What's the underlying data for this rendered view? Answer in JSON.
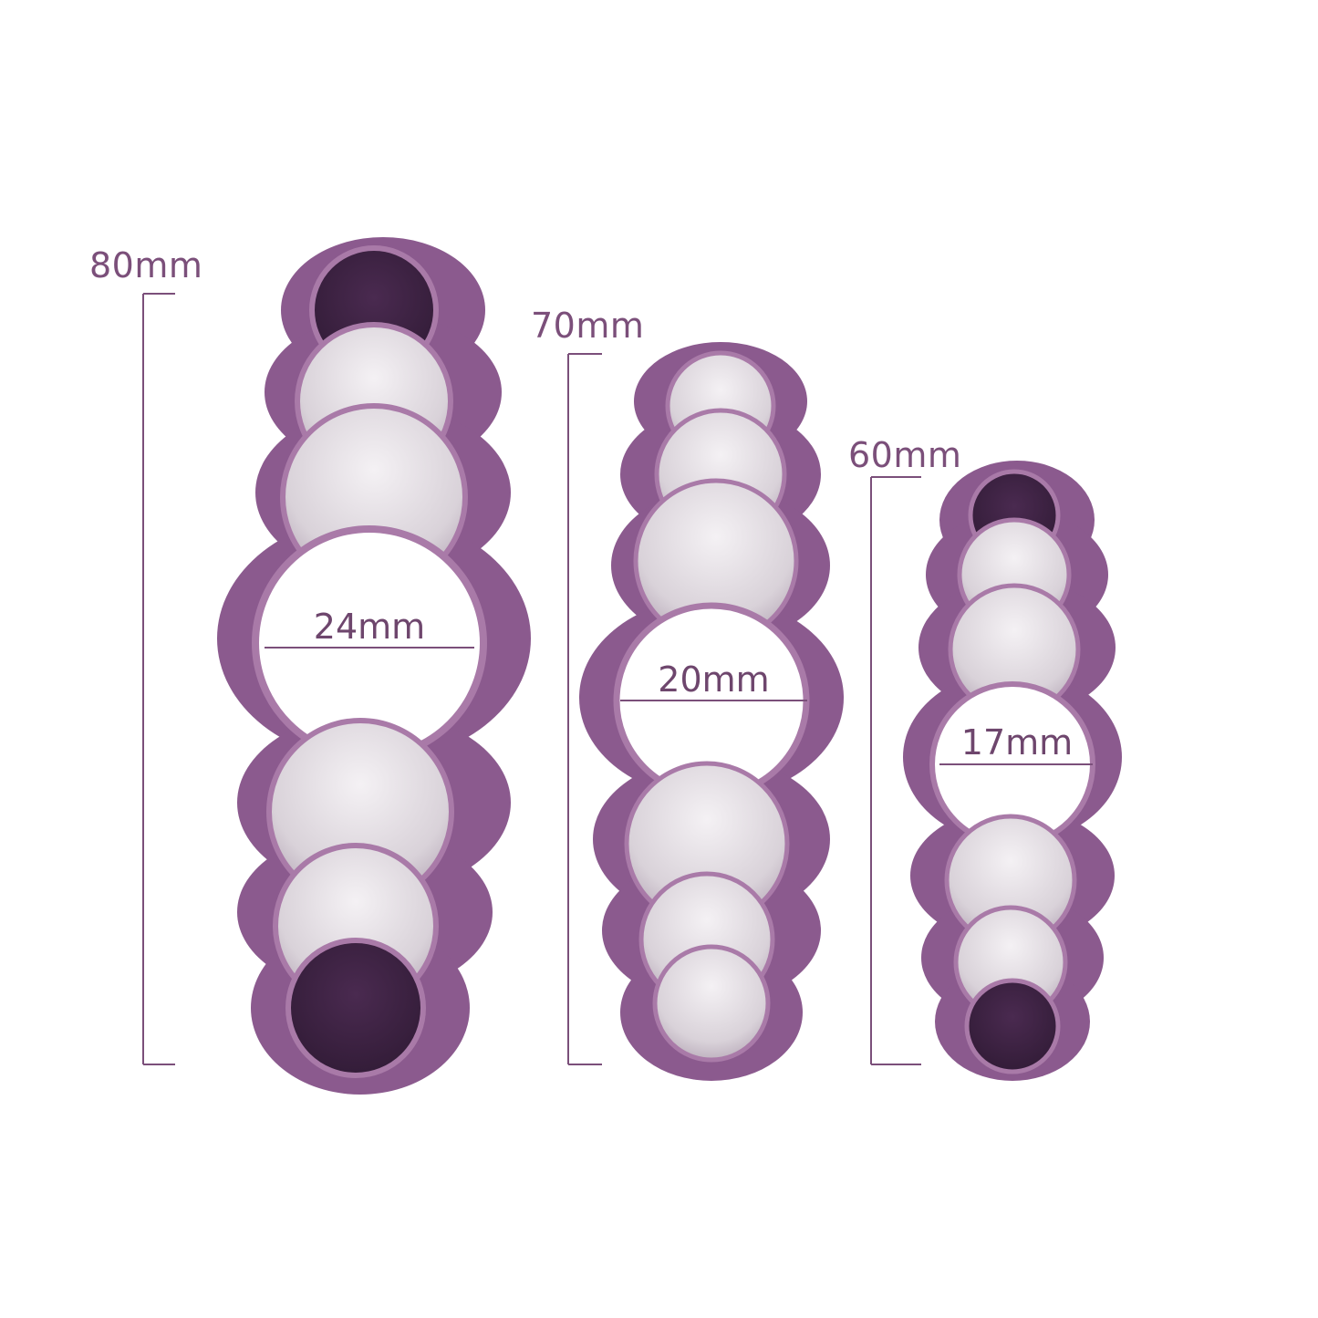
{
  "colors": {
    "cutter_body": "#8b5a8e",
    "cutter_edge": "#a97aa8",
    "cutter_dark": "#5c3560",
    "inner_shade": "#d8d2d8",
    "measure_line": "#7b4f7a"
  },
  "cutters": [
    {
      "name": "large",
      "height_label": "80mm",
      "circle_count": 7,
      "center_label": "24mm"
    },
    {
      "name": "medium",
      "height_label": "70mm",
      "circle_count": 7,
      "center_label": "20mm"
    },
    {
      "name": "small",
      "height_label": "60mm",
      "circle_count": 7,
      "center_label": "17mm"
    }
  ]
}
